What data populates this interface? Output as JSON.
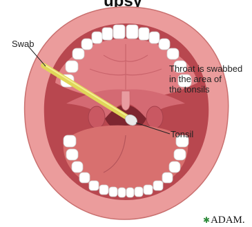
{
  "header_fragment": "upsy",
  "labels": {
    "swab": "Swab",
    "throat_note": [
      "Throat is swabbed",
      "in the area of",
      "the tonsils"
    ],
    "tonsil": "Tonsil"
  },
  "logo": {
    "mark": "✱",
    "text": "ADAM."
  },
  "colors": {
    "lip": "#e99a9a",
    "cavity": "#c0555a",
    "palate": "#e58487",
    "tongue": "#d9706e",
    "teeth": "#ffffff",
    "swab": "#e8e05a",
    "swab_tip": "#e6e6e6"
  }
}
